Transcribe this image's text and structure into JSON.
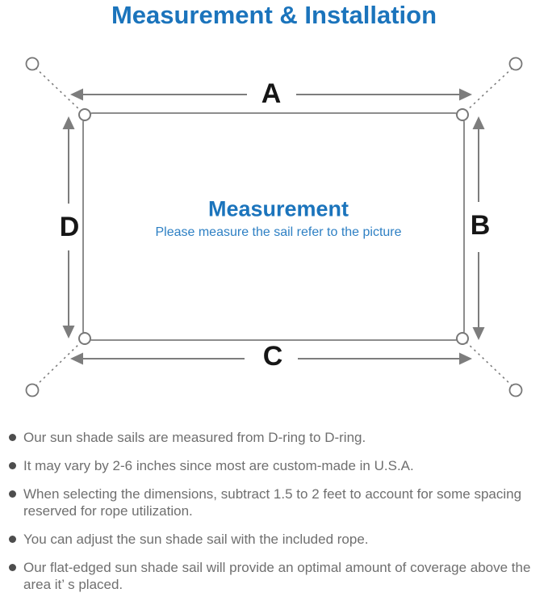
{
  "title": "Measurement & Installation",
  "diagram": {
    "heading": "Measurement",
    "subheading": "Please measure the sail refer to the picture",
    "labels": {
      "a": "A",
      "b": "B",
      "c": "C",
      "d": "D"
    }
  },
  "notes": [
    "Our sun shade sails are measured from D-ring to D-ring.",
    "It may vary by 2-6 inches since most are custom-made in U.S.A.",
    "When selecting the dimensions, subtract 1.5 to 2 feet to account for some spacing reserved for rope utilization.",
    "You can adjust the sun shade sail with the included rope.",
    "Our flat-edged sun shade sail will provide an optimal amount of coverage above the area it’ s placed."
  ],
  "colors": {
    "accent_blue": "#1b74bc",
    "subheading_blue": "#2e80c4",
    "body_gray": "#6f6f6f",
    "line_gray": "#7d7d7d",
    "label_black": "#161616"
  }
}
